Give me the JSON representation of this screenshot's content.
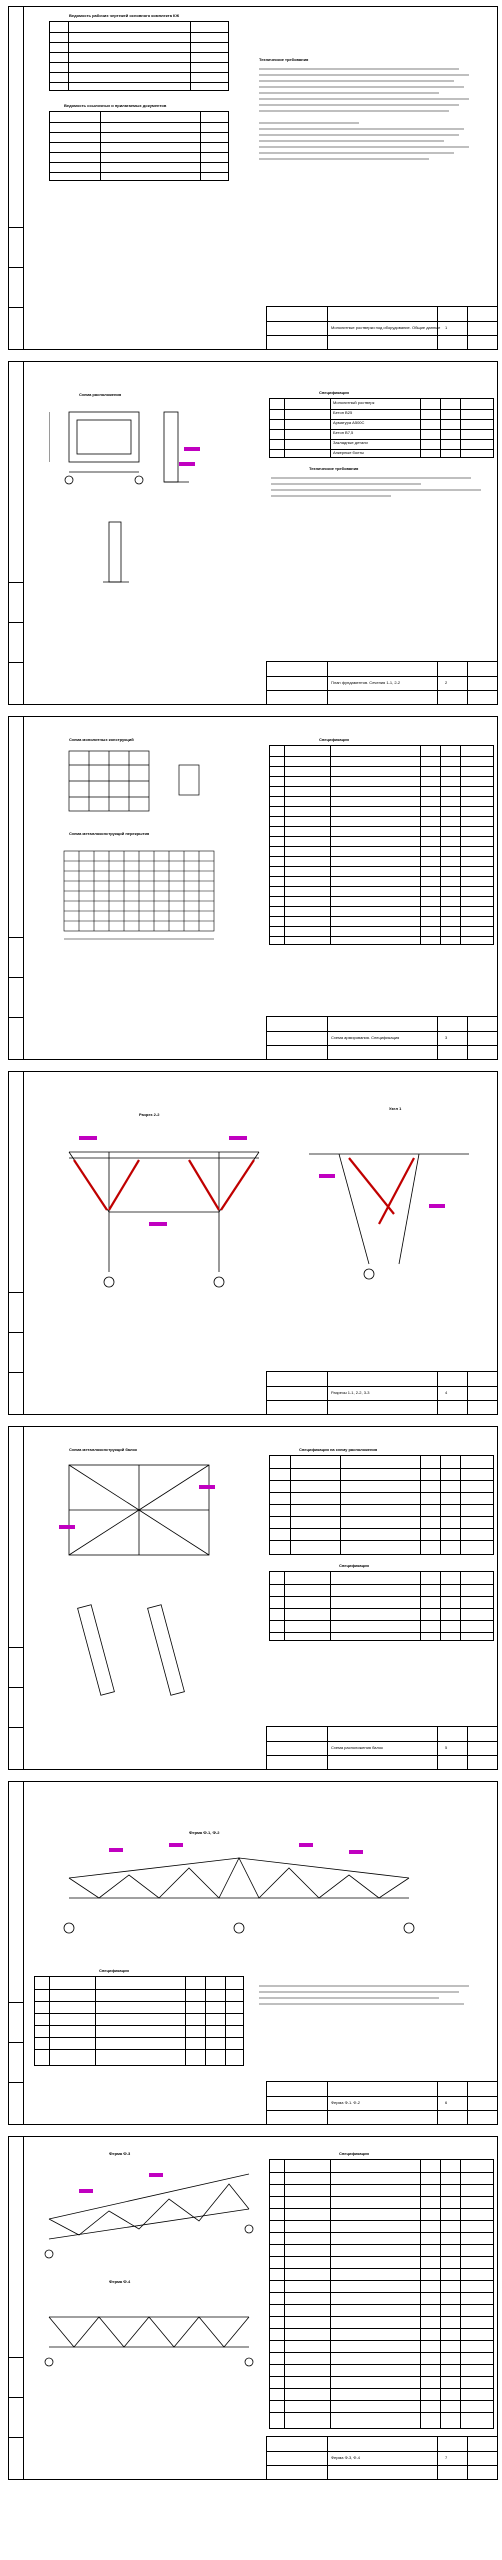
{
  "sheets": [
    {
      "title": "Ведомость рабочих чертежей основного комплекта КЖ",
      "title2": "Ведомость ссылочных и прилагаемых документов",
      "notes_title": "Технические требования",
      "sheet_no": "1",
      "stamp": "Монолитные ростверки под оборудование. Общие данные"
    },
    {
      "title": "Схема расположения",
      "spec_title": "Спецификация",
      "spec_rows": [
        "Монолитный ростверк",
        "Бетон В25",
        "Арматура А500С",
        "Бетон В7,5",
        "Закладные детали",
        "Анкерные болты"
      ],
      "notes_title": "Технические требования",
      "sheet_no": "2",
      "stamp": "План фундаментов. Сечения 1-1, 2-2"
    },
    {
      "title": "Схема монолитных конструкций",
      "title2": "Схема металлоконструкций перекрытия",
      "spec_title": "Спецификация",
      "sheet_no": "3",
      "stamp": "Схема армирования. Спецификация"
    },
    {
      "title": "Разрез 2-2",
      "title2": "Узел 1",
      "sheet_no": "4",
      "stamp": "Разрезы 1-1, 2-2, 3-3"
    },
    {
      "title": "Схема металлоконструкций балок",
      "spec_title": "Спецификация на схему расположения",
      "spec_title2": "Спецификация",
      "sheet_no": "5",
      "stamp": "Схема расположения балок"
    },
    {
      "title": "Ферма Ф-1, Ф-2",
      "spec_title": "Спецификация",
      "sheet_no": "6",
      "stamp": "Ферма Ф-1. Ф-2"
    },
    {
      "title": "Ферма Ф-3",
      "title2": "Ферма Ф-4",
      "spec_title": "Спецификация",
      "sheet_no": "7",
      "stamp": "Ферма Ф-3, Ф-4"
    }
  ]
}
